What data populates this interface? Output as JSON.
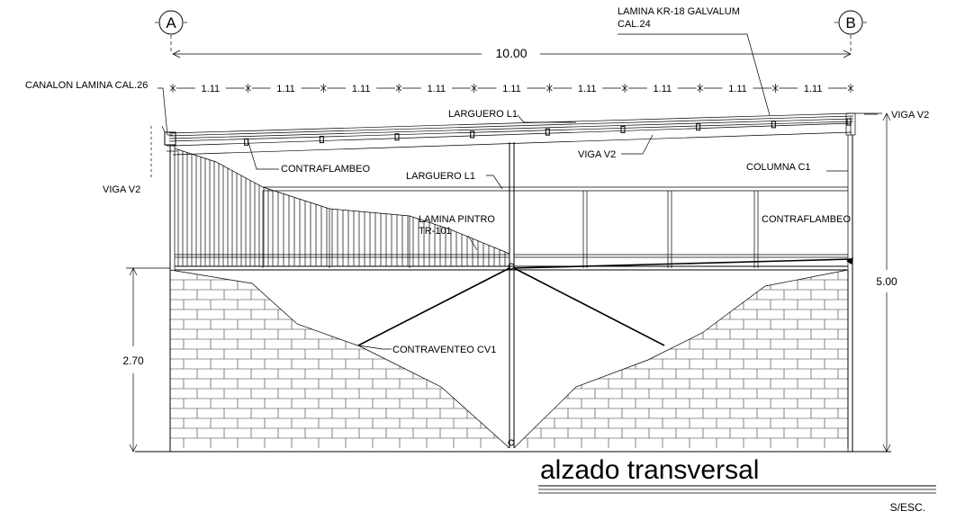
{
  "grid_axes": {
    "left": "A",
    "right": "B"
  },
  "dimensions": {
    "total_span": "10.00",
    "bay": "1.11",
    "height_total": "5.00",
    "height_wall": "2.70"
  },
  "labels": {
    "lamina_roof_line1": "LAMINA KR-18 GALVALUM",
    "lamina_roof_line2": "CAL.24",
    "canalon": "CANALON LAMINA CAL.26",
    "viga_v2_left": "VIGA V2",
    "viga_v2_right": "VIGA V2",
    "viga_v2_mid": "VIGA V2",
    "larguero_top": "LARGUERO L1",
    "larguero_mid": "LARGUERO L1",
    "contraflambeo_left": "CONTRAFLAMBEO",
    "contraflambeo_right": "CONTRAFLAMBEO",
    "columna": "COLUMNA C1",
    "lamina_pintro_line1": "LAMINA PINTRO",
    "lamina_pintro_line2": "TR-101",
    "contraventeo": "CONTRAVENTEO CV1"
  },
  "title": "alzado transversal",
  "scale": "S/ESC."
}
